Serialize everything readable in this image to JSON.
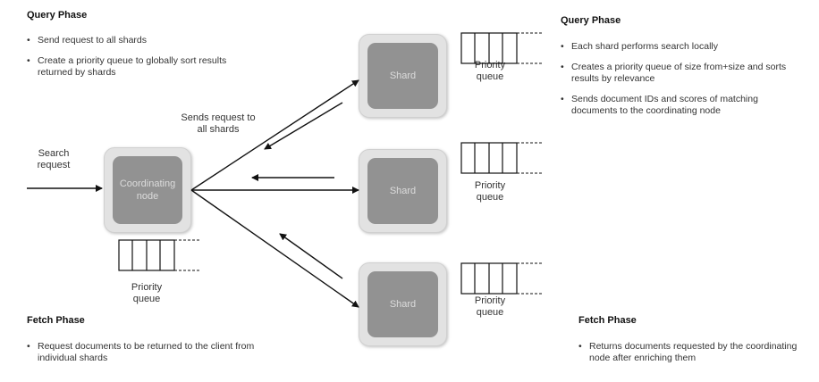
{
  "left_query": {
    "heading": "Query Phase",
    "items": [
      "Send request to all shards",
      "Create a priority queue to globally sort results returned by shards"
    ]
  },
  "right_query": {
    "heading": "Query Phase",
    "items": [
      "Each shard performs search locally",
      "Creates a priority queue of size from+size and sorts results by relevance",
      "Sends document IDs and scores of matching documents to the coordinating node"
    ]
  },
  "left_fetch": {
    "heading": "Fetch Phase",
    "items": [
      "Request documents to be returned to the client from individual shards"
    ]
  },
  "right_fetch": {
    "heading": "Fetch Phase",
    "items": [
      "Returns documents requested by the coordinating node after enriching them"
    ]
  },
  "labels": {
    "search_request": "Search request",
    "sends_request": "Sends request to all shards",
    "priority_queue": "Priority queue"
  },
  "nodes": {
    "coordinating": "Coordinating node",
    "shard": "Shard"
  }
}
